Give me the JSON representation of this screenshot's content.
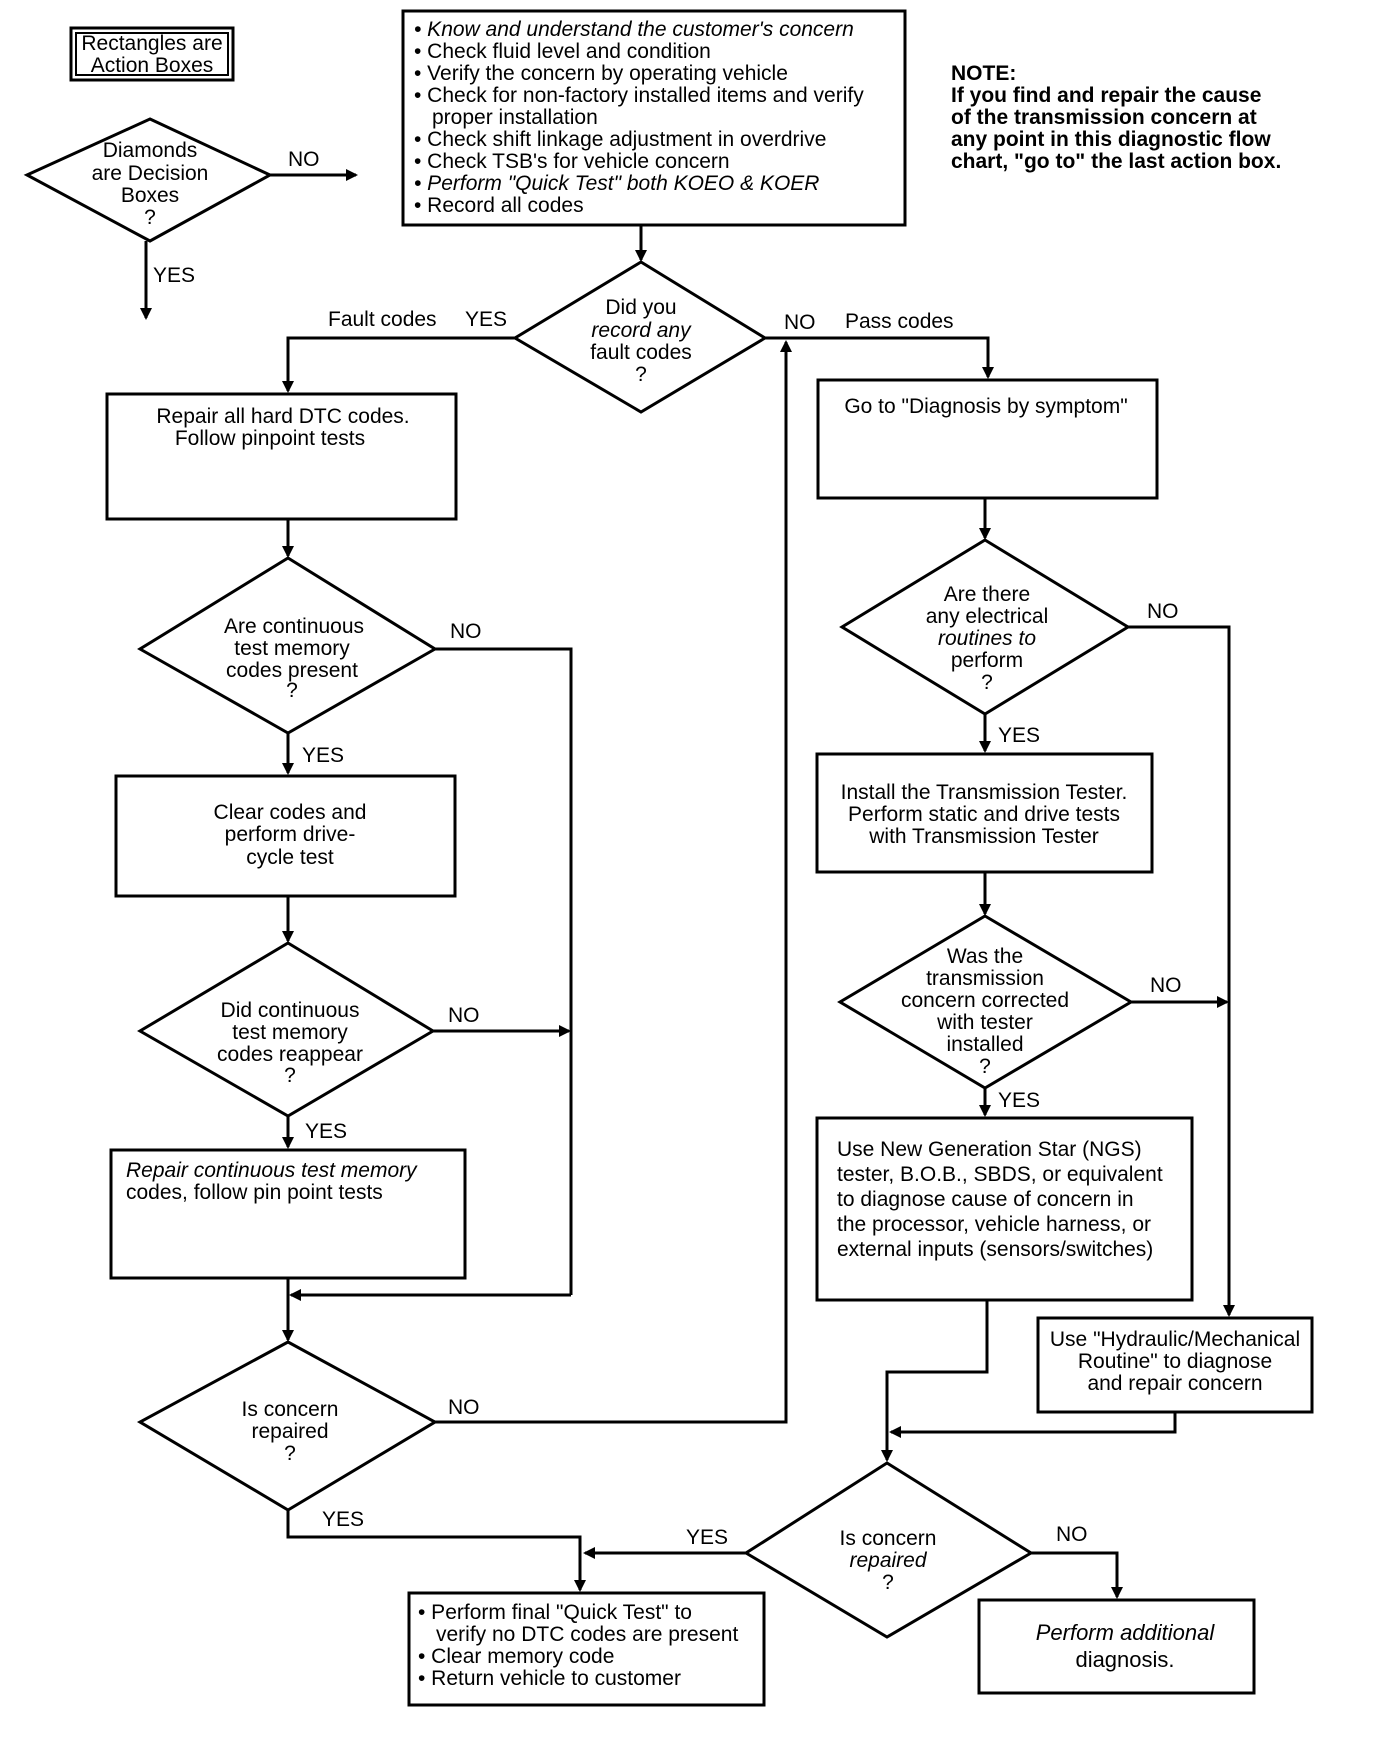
{
  "legend": {
    "rect_label": [
      "Rectangles are",
      "Action Boxes"
    ],
    "diamond_label": [
      "Diamonds",
      "are Decision",
      "Boxes",
      "?"
    ],
    "no": "NO",
    "yes": "YES"
  },
  "start_box": {
    "lines": [
      "• Know and understand the customer's concern",
      "• Check fluid level and condition",
      "• Verify the concern by operating vehicle",
      "• Check for non-factory installed items and verify",
      "proper installation",
      "• Check shift linkage adjustment in overdrive",
      "• Check TSB's for vehicle concern",
      "• Perform \"Quick Test\" both KOEO & KOER",
      "• Record all codes"
    ]
  },
  "note": {
    "lines": [
      "NOTE:",
      "If you find and repair the cause",
      "of the transmission concern at",
      "any point in this diagnostic flow",
      "chart, \"go to\" the last action box."
    ]
  },
  "d_fault": {
    "lines": [
      "Did you",
      "record any",
      "fault codes",
      "?"
    ],
    "left_label": "Fault codes",
    "yes": "YES",
    "no": "NO",
    "right_label": "Pass codes"
  },
  "box_repair_dtc": {
    "lines": [
      "Repair all hard DTC codes.",
      "Follow pinpoint tests"
    ]
  },
  "d_continuous": {
    "lines": [
      "Are continuous",
      "test memory",
      "codes present",
      "?"
    ],
    "no": "NO",
    "yes": "YES"
  },
  "box_clear": {
    "lines": [
      "Clear codes and",
      "perform drive-",
      "cycle test"
    ]
  },
  "d_reappear": {
    "lines": [
      "Did continuous",
      "test memory",
      "codes reappear",
      "?"
    ],
    "no": "NO",
    "yes": "YES"
  },
  "box_repair_cont": {
    "lines": [
      "Repair continuous test memory",
      "codes, follow pin point tests"
    ]
  },
  "d_repaired_left": {
    "lines": [
      "Is concern",
      "repaired",
      "?"
    ],
    "no": "NO",
    "yes": "YES"
  },
  "box_symptom": {
    "lines": [
      "Go to \"Diagnosis by symptom\""
    ]
  },
  "d_electrical": {
    "lines": [
      "Are there",
      "any electrical",
      "routines to",
      "perform",
      "?"
    ],
    "no": "NO",
    "yes": "YES"
  },
  "box_tester": {
    "lines": [
      "Install the Transmission Tester.",
      "Perform static and drive tests",
      "with Transmission Tester"
    ]
  },
  "d_corrected": {
    "lines": [
      "Was the",
      "transmission",
      "concern corrected",
      "with tester",
      "installed",
      "?"
    ],
    "no": "NO",
    "yes": "YES"
  },
  "box_ngs": {
    "lines": [
      "Use New Generation Star (NGS)",
      "tester, B.O.B., SBDS, or equivalent",
      "to diagnose cause of concern in",
      "the processor, vehicle harness, or",
      "external inputs (sensors/switches)"
    ]
  },
  "box_hydraulic": {
    "lines": [
      "Use \"Hydraulic/Mechanical",
      "Routine\" to diagnose",
      "and repair concern"
    ]
  },
  "d_repaired_bottom": {
    "lines": [
      "Is concern",
      "repaired",
      "?"
    ],
    "yes": "YES",
    "no": "NO"
  },
  "box_final": {
    "lines": [
      "• Perform final \"Quick Test\" to",
      "verify no DTC codes are present",
      "• Clear memory code",
      "• Return vehicle to customer"
    ]
  },
  "box_additional": {
    "lines": [
      "Perform additional",
      "diagnosis."
    ]
  }
}
